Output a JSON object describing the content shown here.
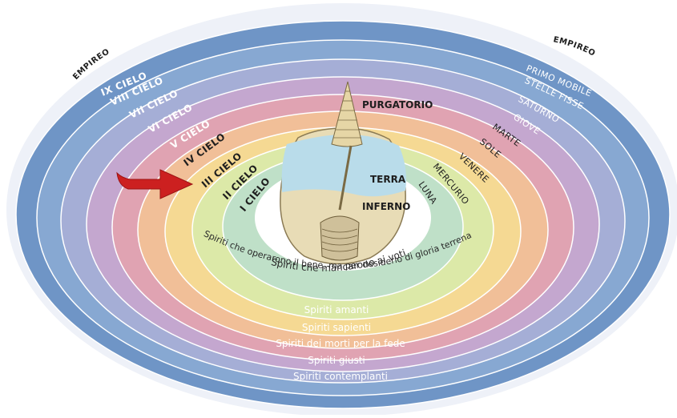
{
  "empireo_left": "EMPIREO",
  "empireo_right": "EMPIREO",
  "cieli": [
    "I CIELO",
    "II CIELO",
    "III CIELO",
    "IV CIELO",
    "V CIELO",
    "VI CIELO",
    "VII CIELO",
    "VIII CIELO",
    "IX CIELO"
  ],
  "pianeti": [
    "LUNA",
    "MERCURIO",
    "VENERE",
    "SOLE",
    "MARTE",
    "GIOVE",
    "SATURNO",
    "STELLE FISSE",
    "PRIMO MOBILE"
  ],
  "spiriti": [
    "Spiriti che mancarono ai voti",
    "Spiriti che operarono il bene, ma per desiderio di gloria terrena",
    "Spiriti amanti",
    "Spiriti sapienti",
    "Spiriti dei morti per la fede",
    "Spiriti giusti",
    "Spiriti contemplanti"
  ],
  "terra": {
    "purgatorio": "PURGATORIO",
    "terra": "TERRA",
    "inferno": "INFERNO"
  },
  "colors": {
    "empireo": "#f7f4fb",
    "cielo_9": "#7fa3cf",
    "cielo_8": "#8fb0d6",
    "cielo_7": "#a9b2d8",
    "cielo_6": "#c7a9cf",
    "cielo_5": "#e3a5b2",
    "cielo_4": "#f3c39a",
    "cielo_3": "#f6dd96",
    "cielo_2": "#dceaa8",
    "cielo_1": "#bfe2c9",
    "center": "#ffffff",
    "arrow": "#cc2020",
    "ocean": "#b8dcea",
    "land": "#e9ddb9"
  }
}
